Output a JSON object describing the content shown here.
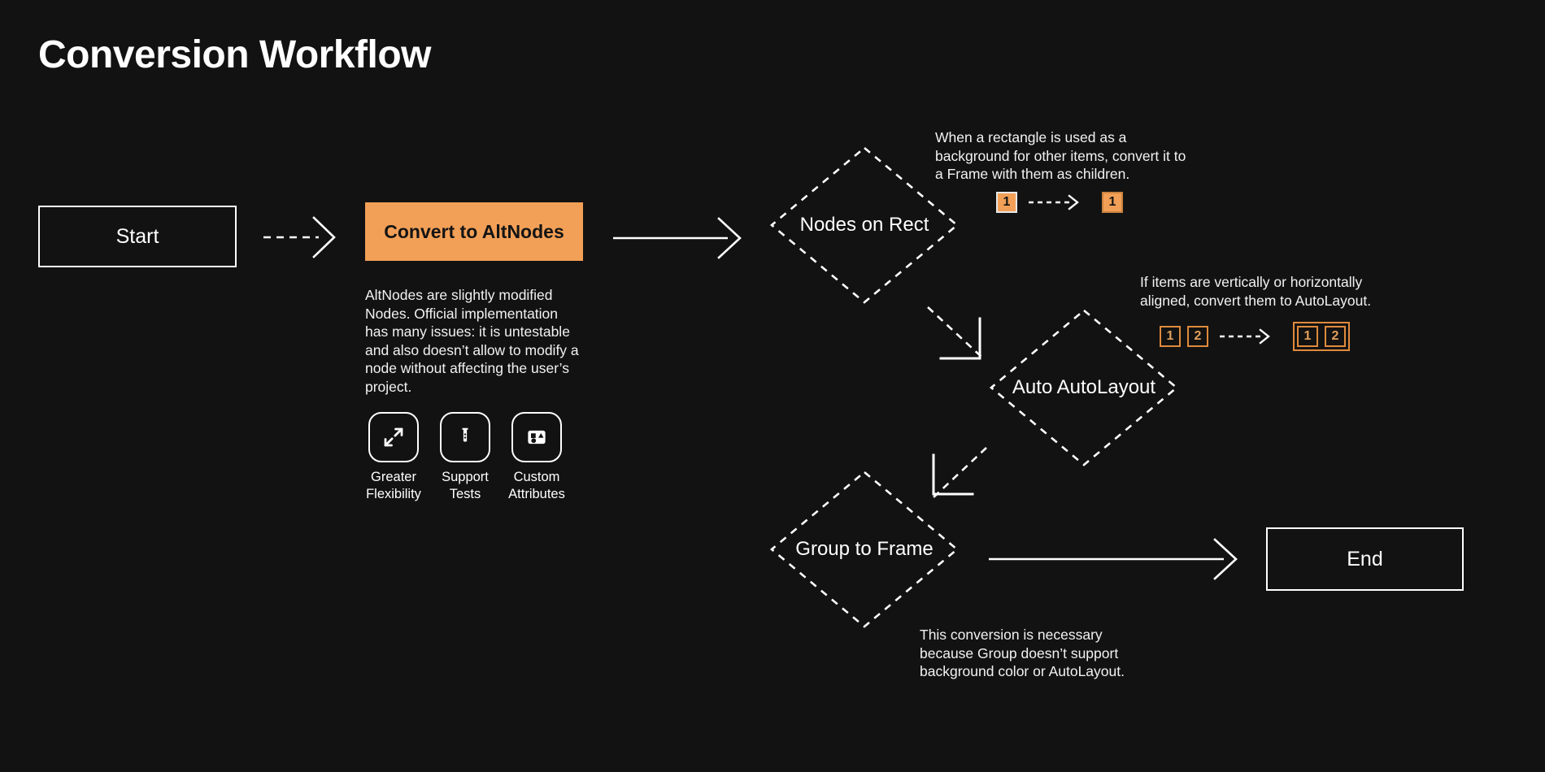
{
  "page": {
    "title": "Conversion Workflow",
    "background_color": "#121212",
    "accent_color": "#F2A057",
    "text_color": "#FFFFFF"
  },
  "nodes": {
    "start": {
      "label": "Start",
      "shape": "rectangle"
    },
    "convert": {
      "label": "Convert to AltNodes",
      "shape": "rectangle-filled",
      "fill": "#F2A057",
      "description": "AltNodes are slightly modified Nodes. Official implementation has many issues: it is untestable and also doesn’t allow to modify a node without affecting the user’s project."
    },
    "nodes_on_rect": {
      "label": "Nodes on Rect",
      "shape": "diamond"
    },
    "auto_autolayout": {
      "label": "Auto AutoLayout",
      "shape": "diamond"
    },
    "group_to_frame": {
      "label": "Group to Frame",
      "shape": "diamond"
    },
    "end": {
      "label": "End",
      "shape": "rectangle"
    }
  },
  "features": [
    {
      "icon": "expand-arrows-icon",
      "label_line1": "Greater",
      "label_line2": "Flexibility"
    },
    {
      "icon": "test-tube-icon",
      "label_line1": "Support",
      "label_line2": "Tests"
    },
    {
      "icon": "shapes-panel-icon",
      "label_line1": "Custom",
      "label_line2": "Attributes"
    }
  ],
  "annotations": {
    "rect_to_frame": {
      "text": "When a rectangle is used as a background for other items, convert it to a Frame with them as children.",
      "before": [
        "1"
      ],
      "after": [
        "1"
      ]
    },
    "align_to_autolayout": {
      "text": "If items are vertically or horizontally aligned, convert them to AutoLayout.",
      "before": [
        "1",
        "2"
      ],
      "after": [
        "1",
        "2"
      ]
    },
    "group_note": {
      "text": "This conversion is necessary because Group doesn’t support background color or AutoLayout."
    }
  },
  "connectors": [
    {
      "from": "start",
      "to": "convert",
      "style": "dashed"
    },
    {
      "from": "convert",
      "to": "nodes_on_rect",
      "style": "solid"
    },
    {
      "from": "nodes_on_rect",
      "to": "auto_autolayout",
      "style": "dashed-elbow"
    },
    {
      "from": "auto_autolayout",
      "to": "group_to_frame",
      "style": "dashed-elbow"
    },
    {
      "from": "group_to_frame",
      "to": "end",
      "style": "solid"
    }
  ]
}
